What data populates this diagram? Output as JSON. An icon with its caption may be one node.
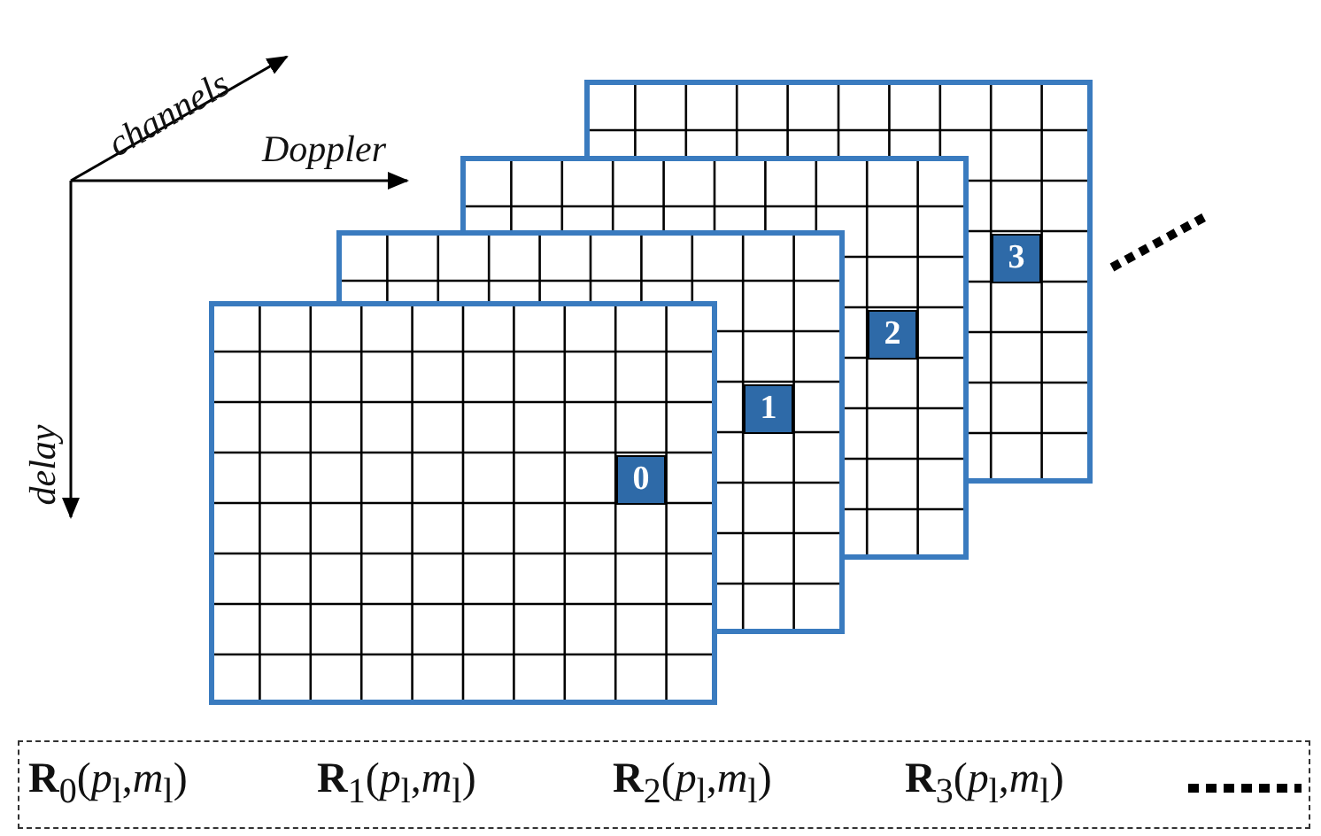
{
  "diagram": {
    "nodes": [
      {
        "text": [
          "0"
        ]
      },
      {
        "text": [
          "1"
        ]
      },
      {
        "text": [
          "2"
        ]
      },
      {
        "text": [
          "3"
        ]
      },
      {
        "text": [
          "**R**$_{0}$(*p*$_{l}$,*m*$_{l}$)",
          "**R**$_{1}$(*p*$_{l}$,*m*$_{l}$)",
          "**R**$_{2}$(*p*$_{l}$,*m*$_{l}$)",
          "**R**$_{3}$(*p*$_{l}$,*m*$_{l}$)"
        ]
      }
    ],
    "edges": [],
    "labels": [
      "channels",
      "Doppler",
      "delay"
    ]
  }
}
